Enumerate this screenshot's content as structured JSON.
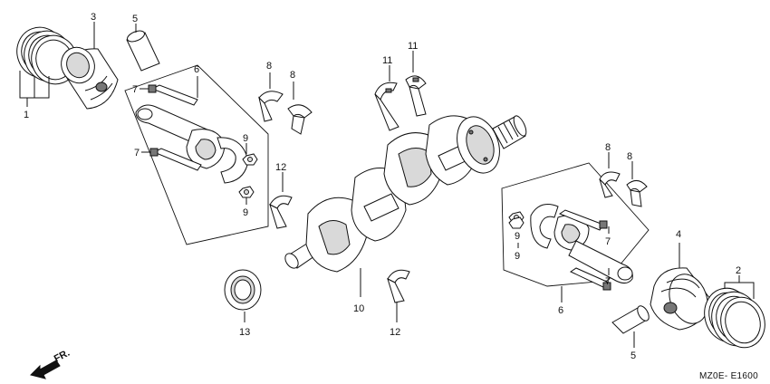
{
  "diagram_code": "MZ0E- E1600",
  "direction_label": "FR.",
  "callouts": {
    "piston_rings_left": "1",
    "piston_rings_right": "2",
    "piston_left": "3",
    "piston_right": "4",
    "piston_pin_left": "5",
    "piston_pin_right": "5",
    "conrod_assy_left": "6",
    "conrod_assy_right": "6",
    "conrod_bolt_left_top": "7",
    "conrod_bolt_left_bottom": "7",
    "conrod_bolt_right_top": "7",
    "conrod_bolt_right_bottom": "7",
    "main_bearing_left_a": "8",
    "main_bearing_left_b": "8",
    "main_bearing_right_a": "8",
    "main_bearing_right_b": "8",
    "conrod_nut_left_top": "9",
    "conrod_nut_left_bottom": "9",
    "conrod_nut_right_top": "9",
    "conrod_nut_right_bottom": "9",
    "crankshaft": "10",
    "thrust_bearing_a": "11",
    "thrust_bearing_b": "11",
    "main_bearing_12_left": "12",
    "main_bearing_12_bottom": "12",
    "oil_seal": "13"
  }
}
